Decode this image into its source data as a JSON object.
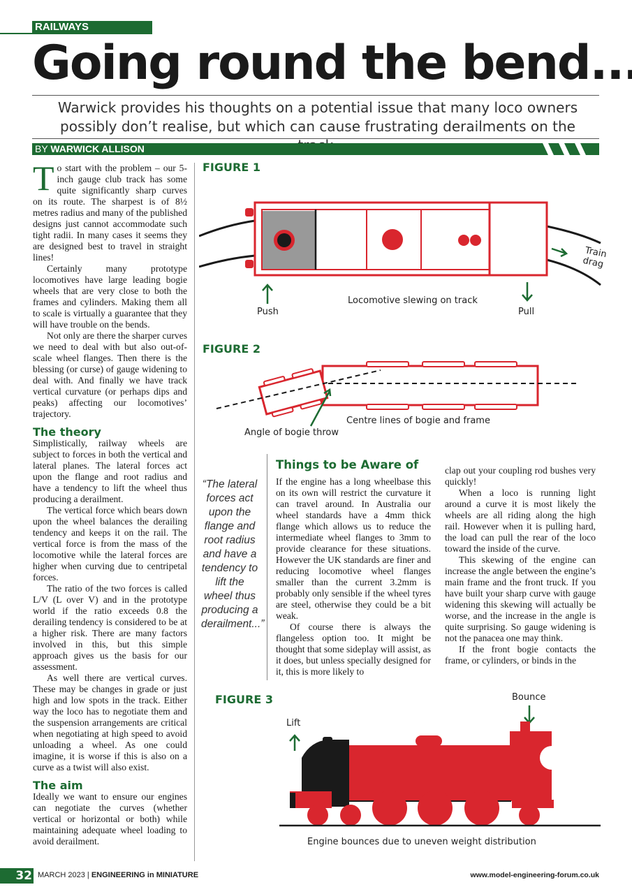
{
  "section": "RAILWAYS",
  "headline": "Going round the bend...",
  "standfirst": "Warwick provides his thoughts on a potential issue that many loco owners possibly don’t realise, but which can cause frustrating derailments on the track.",
  "byline": {
    "prefix": "BY",
    "author": "WARWICK ALLISON"
  },
  "intro_dropcap": "T",
  "intro_first": "o start with the problem – our 5-inch gauge club track has some quite significantly sharp curves on its route. The sharpest is of 8½ metres radius and many of the published designs just cannot accommodate such tight radii. In many cases it seems they are designed best to travel in straight lines!",
  "intro_paras": [
    "Certainly many prototype locomotives have large leading bogie wheels that are very close to both the frames and cylinders. Making them all to scale is virtually a guarantee that they will have trouble on the bends.",
    "Not only are there the sharper curves we need to deal with but also out-of-scale wheel flanges. Then there is the blessing (or curse) of gauge widening to deal with. And finally we have track vertical curvature (or perhaps dips and peaks) affecting our locomotives’ trajectory."
  ],
  "theory_heading": "The theory",
  "theory_first": "Simplistically, railway wheels are subject to forces in both the vertical and lateral planes. The lateral forces act upon the flange and root radius and have a tendency to lift the wheel thus producing a derailment.",
  "theory_paras": [
    "The vertical force which bears down upon the wheel balances the derailing tendency and keeps it on the rail. The vertical force is from the mass of the locomotive while the lateral forces are higher when curving due to centripetal forces.",
    "The ratio of the two forces is called L/V (L over V) and in the prototype world if the ratio exceeds 0.8 the derailing tendency is considered to be at a higher risk. There are many factors involved in this, but this simple approach gives us the basis for our assessment.",
    "As well there are vertical curves. These may be changes in grade or just high and low spots in the track. Either way the loco has to negotiate them and the suspension arrangements are critical when negotiating at high speed to avoid unloading a wheel. As one could imagine, it is worse if this is also on a curve as a twist will also exist."
  ],
  "aim_heading": "The aim",
  "aim_text": "Ideally we want to ensure our engines can negotiate the curves (whether vertical or horizontal or both) while maintaining adequate wheel loading to avoid derailment.",
  "figure1": {
    "label": "FIGURE 1",
    "caption": "Locomotive slewing on track",
    "push": "Push",
    "pull": "Pull",
    "drag1": "Train",
    "drag2": "drag"
  },
  "figure2": {
    "label": "FIGURE 2",
    "centre": "Centre lines of bogie and frame",
    "angle": "Angle of bogie throw"
  },
  "figure3": {
    "label": "FIGURE 3",
    "lift": "Lift",
    "bounce": "Bounce",
    "caption": "Engine bounces due to uneven weight distribution"
  },
  "quote": "“The lateral forces act upon the flange and root radius and have a tendency to lift the wheel thus producing a derailment...”",
  "box_heading": "Things to be Aware of",
  "box_first": "If the engine has a long wheelbase this on its own will restrict the curvature it can travel around. In Australia our wheel standards have a 4mm thick flange which allows us to reduce the intermediate wheel flanges to 3mm to provide clearance for these situations. However the UK standards are finer and reducing locomotive wheel flanges smaller than the current 3.2mm is probably only sensible if the wheel tyres are steel, otherwise they could be a bit weak.",
  "box_second": "Of course there is always the flangeless option too. It might be thought that some sideplay will assist, as it does, but unless specially designed for it, this is more likely to",
  "col4_first": "clap out your coupling rod bushes very quickly!",
  "col4_paras": [
    "When a loco is running light around a curve it is most likely the wheels are all riding along the high rail. However when it is pulling hard, the load can pull the rear of the loco toward the inside of the curve.",
    "This skewing of the engine can increase the angle between the engine’s main frame and the front truck. If you have built your sharp curve with gauge widening this skewing will actually be worse, and the increase in the angle is quite surprising. So gauge widening is not the panacea one may think.",
    "If the front bogie contacts the frame, or cylinders, or binds in the"
  ],
  "footer": {
    "page": "32",
    "issue": "MARCH 2023",
    "sep": "|",
    "magazine": "ENGINEERING in MINIATURE",
    "url": "www.model-engineering-forum.co.uk"
  },
  "colors": {
    "green": "#1d6b32",
    "red": "#d9262e",
    "black": "#1a1a1a"
  }
}
